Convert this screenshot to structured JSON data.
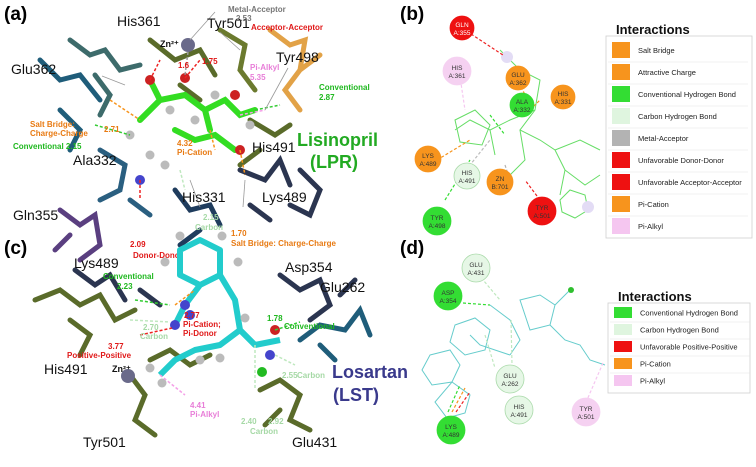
{
  "panel_a": {
    "letter": "(a)",
    "residues": [
      "His361",
      "Tyr501",
      "Glu362",
      "Tyr498",
      "Ala332",
      "His491",
      "Gln355",
      "His331",
      "Lys489"
    ],
    "zinc": "Zn²⁺",
    "ligand_name": "Lisinopril",
    "ligand_code": "(LPR)",
    "annotations": {
      "metal_acceptor_label": "Metal-Acceptor",
      "metal_acceptor_dist": "2.53",
      "acceptor_label": "Acceptor-Acceptor",
      "acceptor_dist1": "1.6",
      "acceptor_dist2": "1.75",
      "pi_alkyl_label": "Pi-Alkyl",
      "pi_alkyl_dist": "5.35",
      "conv_right_label": "Conventional",
      "conv_right_dist": "2.87",
      "salt_left_label1": "Salt Bridge:",
      "salt_left_label2": "Charge-Charge",
      "salt_left_dist": "2.71",
      "conv_left": "Conventional 2.15",
      "pi_cation_dist": "4.32",
      "pi_cation_label": "Pi-Cation",
      "donor_dist": "2.09",
      "donor_label": "Donor-Donor",
      "carbon_dist": "2.15",
      "carbon_label": "Carbon",
      "salt_bottom_dist": "1.70",
      "salt_bottom_label": "Salt Bridge: Charge-Charge"
    }
  },
  "panel_b": {
    "letter": "(b)",
    "nodes": [
      {
        "l1": "GLN",
        "l2": "A:355"
      },
      {
        "l1": "HIS",
        "l2": "A:361"
      },
      {
        "l1": "GLU",
        "l2": "A:362"
      },
      {
        "l1": "HIS",
        "l2": "A:331"
      },
      {
        "l1": "ALA",
        "l2": "A:332"
      },
      {
        "l1": "LYS",
        "l2": "A:489"
      },
      {
        "l1": "HIS",
        "l2": "A:491"
      },
      {
        "l1": "ZN",
        "l2": "B:701"
      },
      {
        "l1": "TYR",
        "l2": "A:498"
      },
      {
        "l1": "TYR",
        "l2": "A:501"
      }
    ],
    "legend_title": "Interactions",
    "legend": [
      {
        "label": "Salt Bridge",
        "color": "#f7941d"
      },
      {
        "label": "Attractive Charge",
        "color": "#f7941d"
      },
      {
        "label": "Conventional Hydrogen Bond",
        "color": "#33dd33"
      },
      {
        "label": "Carbon Hydrogen Bond",
        "color": "#dff5df"
      },
      {
        "label": "Metal-Acceptor",
        "color": "#b3b3b3"
      },
      {
        "label": "Unfavorable Donor-Donor",
        "color": "#ee1111"
      },
      {
        "label": "Unfavorable Acceptor-Acceptor",
        "color": "#ee1111"
      },
      {
        "label": "Pi-Cation",
        "color": "#f7941d"
      },
      {
        "label": "Pi-Alkyl",
        "color": "#f5c6f0"
      }
    ]
  },
  "panel_c": {
    "letter": "(c)",
    "residues": [
      "Lys489",
      "Asp354",
      "Glu262",
      "His491",
      "Tyr501",
      "Glu431"
    ],
    "zinc": "Zn²⁺",
    "ligand_name": "Losartan",
    "ligand_code": "(LST)",
    "annotations": {
      "conv_top_label": "Conventional",
      "conv_top_dist": "2.23",
      "pi_dist": "2.77",
      "pi_label1": "Pi-Cation;",
      "pi_label2": "Pi-Donor",
      "carbon_mid_dist": "2.70",
      "carbon_mid_label": "Carbon",
      "pos_dist": "3.77",
      "pos_label": "Positive-Positive",
      "conv_right_dist": "1.78",
      "conv_right_label": "Conventional",
      "carbon_right_dist": "2.55",
      "carbon_right_label": "Carbon",
      "pi_alkyl_dist": "4.41",
      "pi_alkyl_label": "Pi-Alkyl",
      "carbon_bottom_dist1": "2.40",
      "carbon_bottom_dist2": "2.92",
      "carbon_bottom_label": "Carbon"
    }
  },
  "panel_d": {
    "letter": "(d)",
    "nodes": [
      {
        "l1": "GLU",
        "l2": "A:431"
      },
      {
        "l1": "ASP",
        "l2": "A:354"
      },
      {
        "l1": "GLU",
        "l2": "A:262"
      },
      {
        "l1": "HIS",
        "l2": "A:491"
      },
      {
        "l1": "LYS",
        "l2": "A:489"
      },
      {
        "l1": "TYR",
        "l2": "A:501"
      }
    ],
    "legend_title": "Interactions",
    "legend": [
      {
        "label": "Conventional Hydrogen Bond",
        "color": "#33dd33"
      },
      {
        "label": "Carbon Hydrogen Bond",
        "color": "#dff5df"
      },
      {
        "label": "Unfavorable Positive-Positive",
        "color": "#ee1111"
      },
      {
        "label": "Pi-Cation",
        "color": "#f7941d"
      },
      {
        "label": "Pi-Alkyl",
        "color": "#f5c6f0"
      }
    ]
  }
}
